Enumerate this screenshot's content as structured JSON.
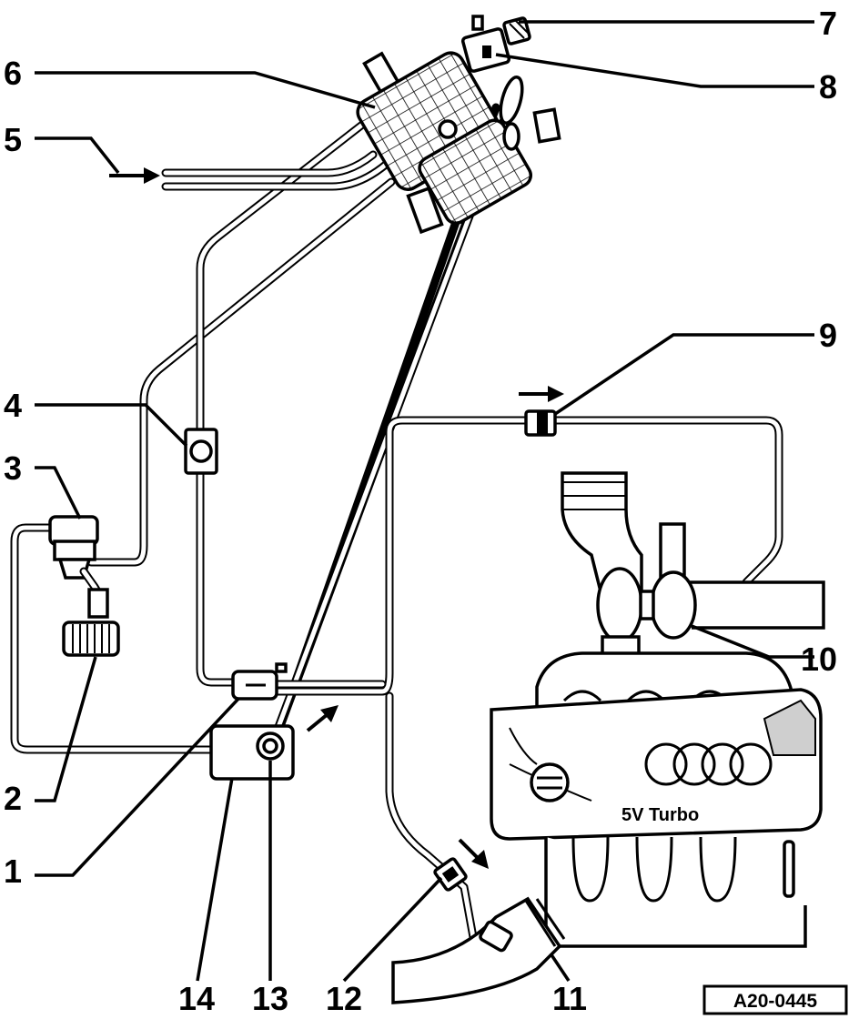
{
  "callouts": [
    {
      "id": "c1",
      "text": "1"
    },
    {
      "id": "c2",
      "text": "2"
    },
    {
      "id": "c3",
      "text": "3"
    },
    {
      "id": "c4",
      "text": "4"
    },
    {
      "id": "c5",
      "text": "5"
    },
    {
      "id": "c6",
      "text": "6"
    },
    {
      "id": "c7",
      "text": "7"
    },
    {
      "id": "c8",
      "text": "8"
    },
    {
      "id": "c9",
      "text": "9"
    },
    {
      "id": "c10",
      "text": "10"
    },
    {
      "id": "c11",
      "text": "11"
    },
    {
      "id": "c12",
      "text": "12"
    },
    {
      "id": "c13",
      "text": "13"
    },
    {
      "id": "c14",
      "text": "14"
    }
  ],
  "engine": {
    "label": "5V  Turbo"
  },
  "figure_ref": "A20-0445",
  "colors": {
    "ink": "#000000",
    "paper": "#ffffff",
    "shade": "#cccccc"
  }
}
